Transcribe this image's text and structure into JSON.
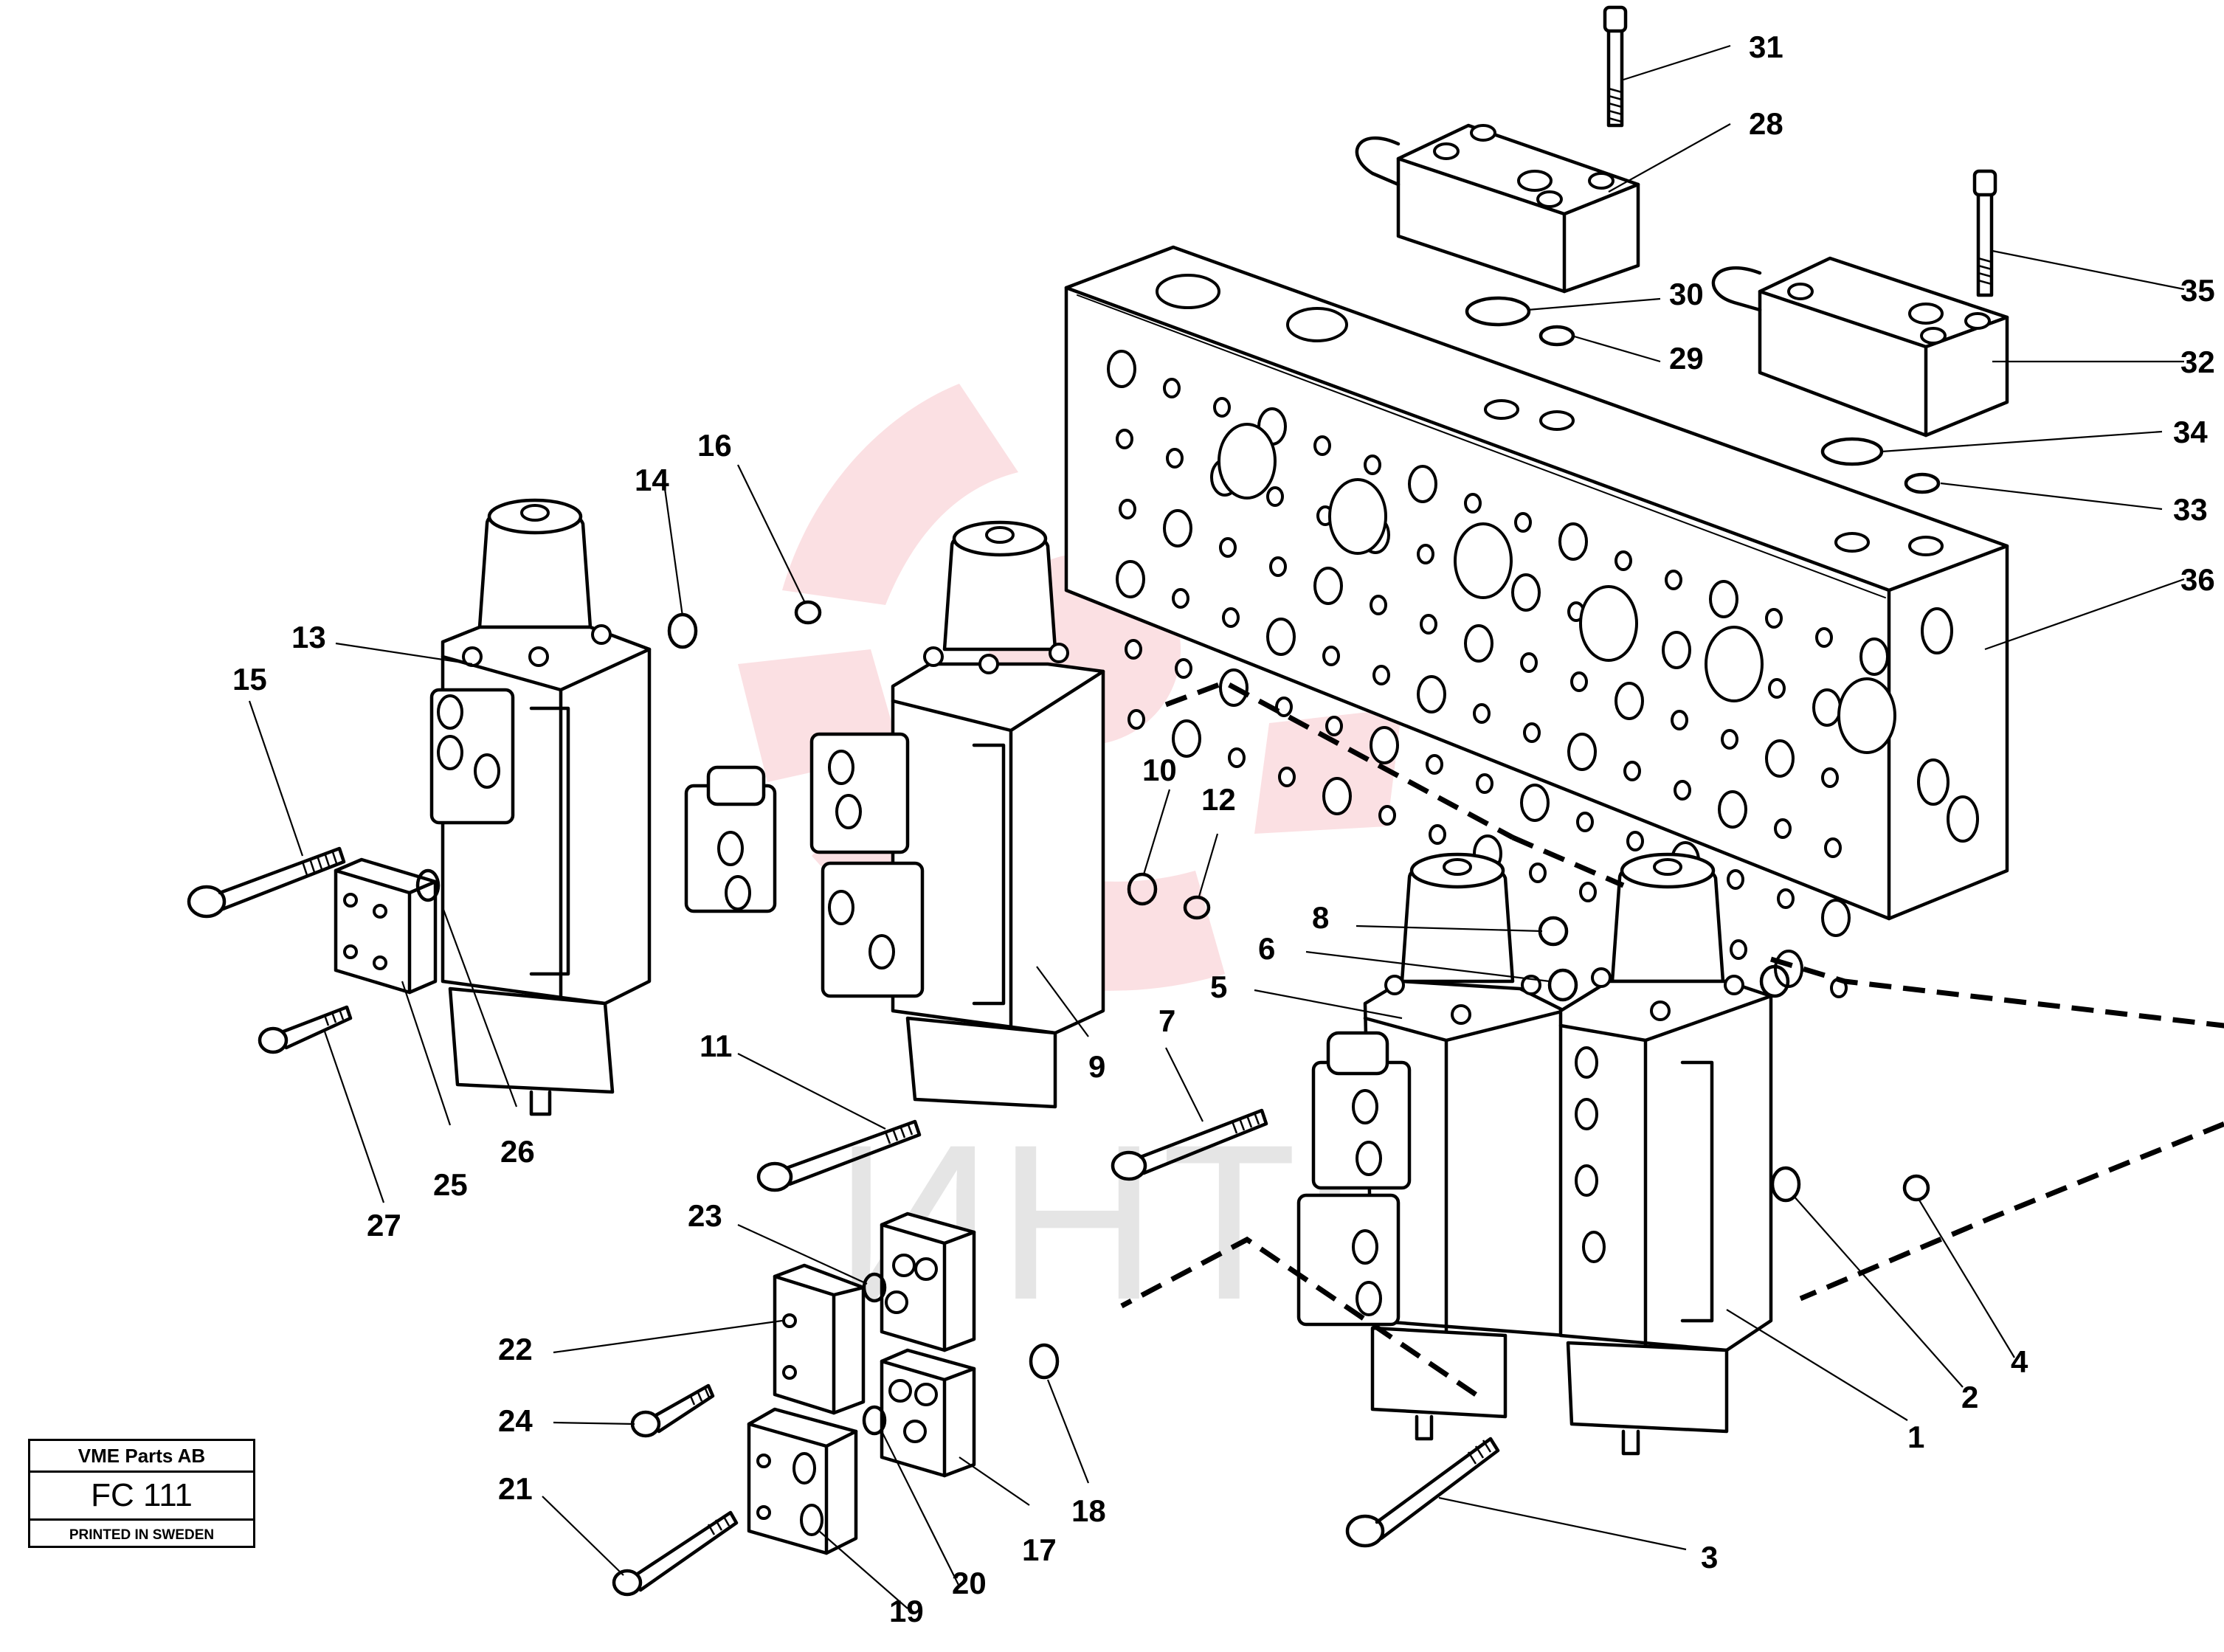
{
  "title_block": {
    "company": "VME Parts AB",
    "figure_code": "FC 111",
    "printed": "PRINTED IN SWEDEN"
  },
  "watermark": {
    "text": "ИНТЕХ",
    "color": "#e0001a"
  },
  "callouts": [
    {
      "id": "c1",
      "text": "1"
    },
    {
      "id": "c2",
      "text": "2"
    },
    {
      "id": "c3",
      "text": "3"
    },
    {
      "id": "c4",
      "text": "4"
    },
    {
      "id": "c5",
      "text": "5"
    },
    {
      "id": "c6",
      "text": "6"
    },
    {
      "id": "c7",
      "text": "7"
    },
    {
      "id": "c8",
      "text": "8"
    },
    {
      "id": "c9",
      "text": "9"
    },
    {
      "id": "c10",
      "text": "10"
    },
    {
      "id": "c11",
      "text": "11"
    },
    {
      "id": "c12",
      "text": "12"
    },
    {
      "id": "c13",
      "text": "13"
    },
    {
      "id": "c14",
      "text": "14"
    },
    {
      "id": "c15",
      "text": "15"
    },
    {
      "id": "c16",
      "text": "16"
    },
    {
      "id": "c17",
      "text": "17"
    },
    {
      "id": "c18",
      "text": "18"
    },
    {
      "id": "c19",
      "text": "19"
    },
    {
      "id": "c20",
      "text": "20"
    },
    {
      "id": "c21",
      "text": "21"
    },
    {
      "id": "c22",
      "text": "22"
    },
    {
      "id": "c23",
      "text": "23"
    },
    {
      "id": "c24",
      "text": "24"
    },
    {
      "id": "c25",
      "text": "25"
    },
    {
      "id": "c26",
      "text": "26"
    },
    {
      "id": "c27",
      "text": "27"
    },
    {
      "id": "c28",
      "text": "28"
    },
    {
      "id": "c29",
      "text": "29"
    },
    {
      "id": "c30",
      "text": "30"
    },
    {
      "id": "c31",
      "text": "31"
    },
    {
      "id": "c32",
      "text": "32"
    },
    {
      "id": "c33",
      "text": "33"
    },
    {
      "id": "c34",
      "text": "34"
    },
    {
      "id": "c35",
      "text": "35"
    },
    {
      "id": "c36",
      "text": "36"
    }
  ]
}
